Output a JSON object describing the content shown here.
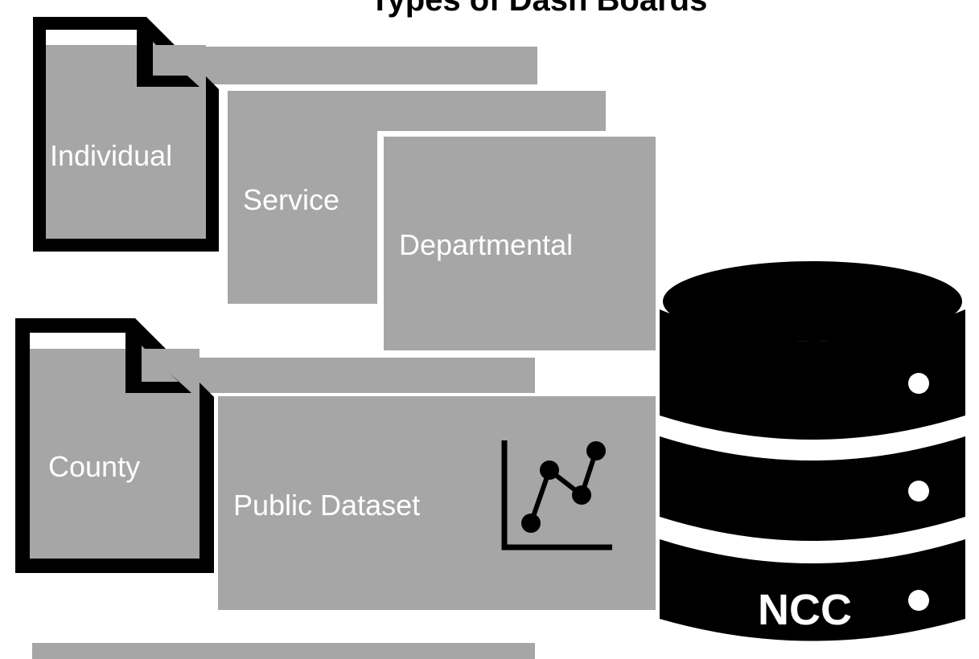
{
  "title": "Types of Dash Boards",
  "labels": {
    "individual": "Individual",
    "service": "Service",
    "departmental": "Departmental",
    "county": "County",
    "public_dataset": "Public Dataset",
    "database": "NCC"
  },
  "colors": {
    "panel": "#a6a6a6",
    "outline": "#000000",
    "text_on_panel": "#ffffff",
    "background": "#ffffff"
  },
  "icons": [
    "document-icon",
    "document-icon",
    "line-chart-icon",
    "database-icon"
  ]
}
